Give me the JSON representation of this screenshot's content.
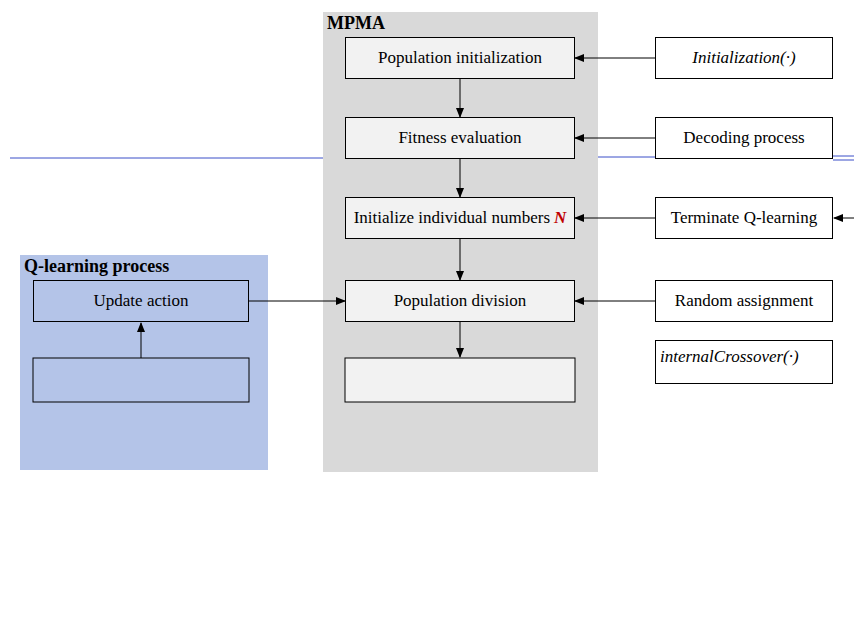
{
  "diagram": {
    "nodes": [
      {
        "text": [
          "MPMA"
        ]
      },
      {
        "text": [
          "Population initialization"
        ],
        "in": 0
      },
      {
        "text": [
          "Initialization(·)"
        ]
      },
      {
        "text": [
          "Fitness evaluation"
        ],
        "in": 0
      },
      {
        "text": [
          "Decoding process"
        ]
      },
      {
        "text": [
          "Initialize individual numbers",
          "N"
        ],
        "in": 0
      },
      {
        "text": [
          "Terminate Q-learning"
        ]
      },
      {
        "text": [
          "Q-learning process"
        ]
      },
      {
        "text": [
          "Update action"
        ],
        "in": 7
      },
      {
        "text": [
          "Population division"
        ],
        "in": 0
      },
      {
        "text": [
          "Random assignment"
        ]
      },
      {
        "text": [
          "internalCrossover(·)"
        ]
      }
    ],
    "edges": [
      {
        "from": 1,
        "to": 3,
        "arrow": "to"
      },
      {
        "from": 3,
        "to": 5,
        "arrow": "to"
      },
      {
        "from": 5,
        "to": 9,
        "arrow": "to"
      },
      {
        "from": 2,
        "to": 1,
        "arrow": "to"
      },
      {
        "from": 4,
        "to": 3,
        "arrow": "to"
      },
      {
        "from": 6,
        "to": 5,
        "arrow": "to"
      },
      {
        "from": 10,
        "to": 9,
        "arrow": "to"
      },
      {
        "from": 8,
        "to": 9,
        "arrow": "to"
      }
    ]
  }
}
